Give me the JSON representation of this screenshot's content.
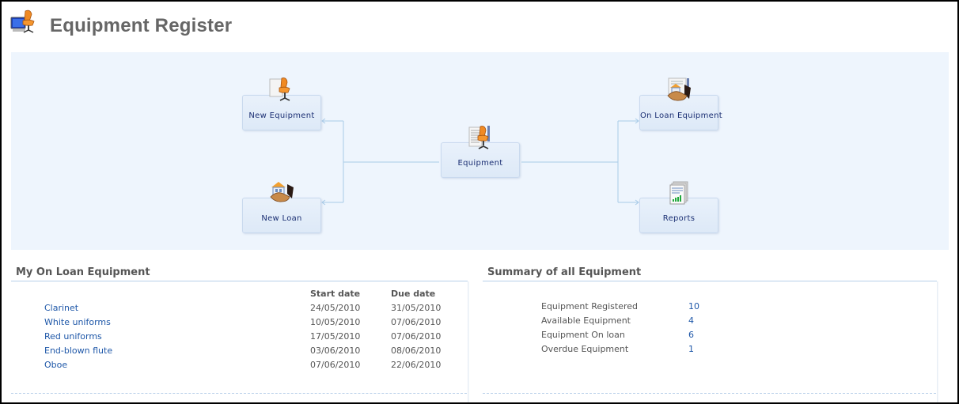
{
  "header": {
    "title": "Equipment Register",
    "icon": "equipment-register-icon"
  },
  "diagram": {
    "nodes": {
      "new_equipment": {
        "label": "New Equipment",
        "icon": "chair-document-icon"
      },
      "new_loan": {
        "label": "New Loan",
        "icon": "handshake-house-icon"
      },
      "equipment": {
        "label": "Equipment",
        "icon": "chair-list-icon"
      },
      "on_loan_equipment": {
        "label": "On Loan Equipment",
        "icon": "handshake-document-icon"
      },
      "reports": {
        "label": "Reports",
        "icon": "report-chart-icon"
      }
    },
    "connector_color": "#a8cbe8"
  },
  "my_on_loan": {
    "title": "My On Loan Equipment",
    "columns": {
      "start": "Start date",
      "due": "Due date"
    },
    "rows": [
      {
        "name": "Clarinet",
        "start": "24/05/2010",
        "due": "31/05/2010"
      },
      {
        "name": "White uniforms",
        "start": "10/05/2010",
        "due": "07/06/2010"
      },
      {
        "name": "Red uniforms",
        "start": "17/05/2010",
        "due": "07/06/2010"
      },
      {
        "name": "End-blown flute",
        "start": "03/06/2010",
        "due": "08/06/2010"
      },
      {
        "name": "Oboe",
        "start": "07/06/2010",
        "due": "22/06/2010"
      }
    ]
  },
  "summary": {
    "title": "Summary of all Equipment",
    "rows": [
      {
        "label": "Equipment Registered",
        "value": "10"
      },
      {
        "label": "Available Equipment",
        "value": "4"
      },
      {
        "label": "Equipment On loan",
        "value": "6"
      },
      {
        "label": "Overdue Equipment",
        "value": "1"
      }
    ]
  },
  "colors": {
    "link": "#1e57a8",
    "node_text": "#1b2f73",
    "diagram_bg": "#eef5fd",
    "title_text": "#666666"
  }
}
